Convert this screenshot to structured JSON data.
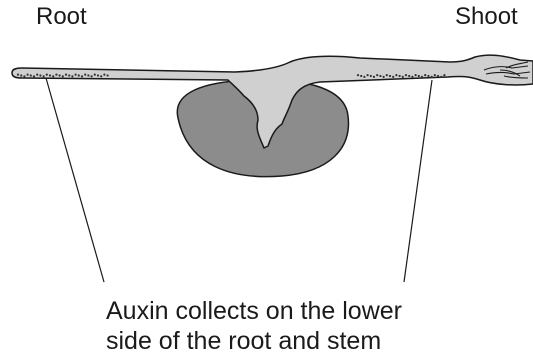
{
  "labels": {
    "root": "Root",
    "shoot": "Shoot"
  },
  "caption": {
    "line1": "Auxin collects on the lower",
    "line2": "side of the root and stem"
  },
  "colors": {
    "outline": "#1a1a1a",
    "seedling_fill": "#d0d0d0",
    "seed_fill": "#8c8c8c",
    "auxin_dots": "#333333"
  }
}
